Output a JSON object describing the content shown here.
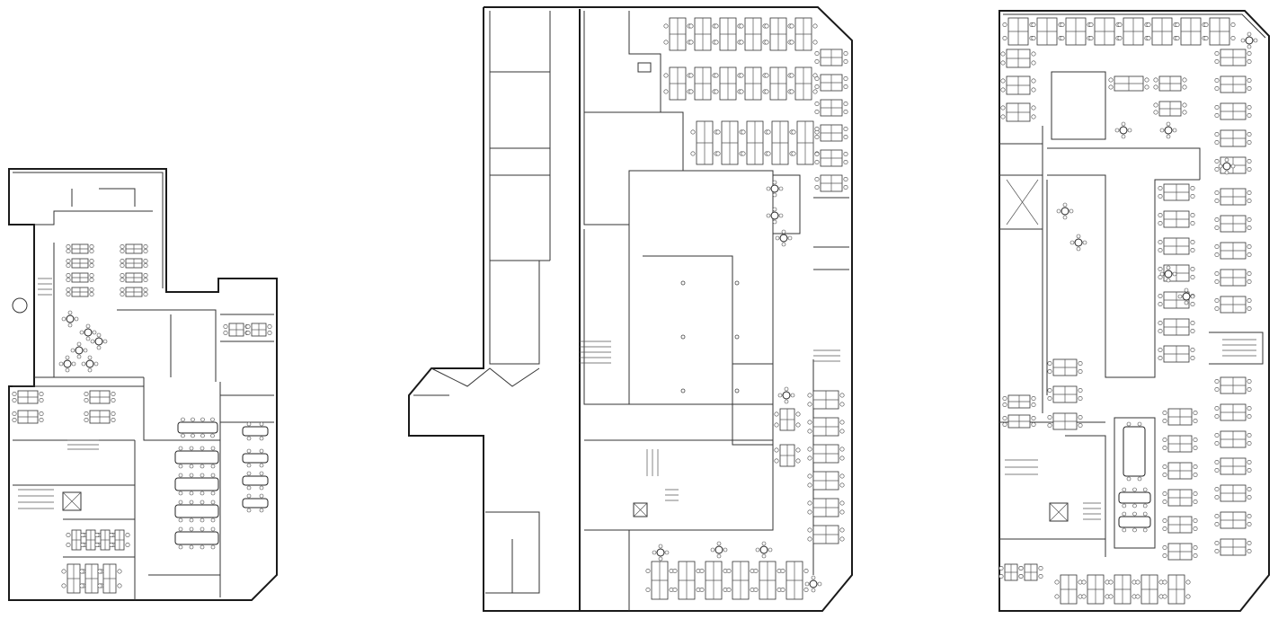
{
  "plans": [
    {
      "id": "plan-a",
      "name": "floor-plan-left"
    },
    {
      "id": "plan-b",
      "name": "floor-plan-center"
    },
    {
      "id": "plan-c",
      "name": "floor-plan-right"
    }
  ],
  "colors": {
    "line": "#1a1a1a",
    "background": "#ffffff"
  }
}
